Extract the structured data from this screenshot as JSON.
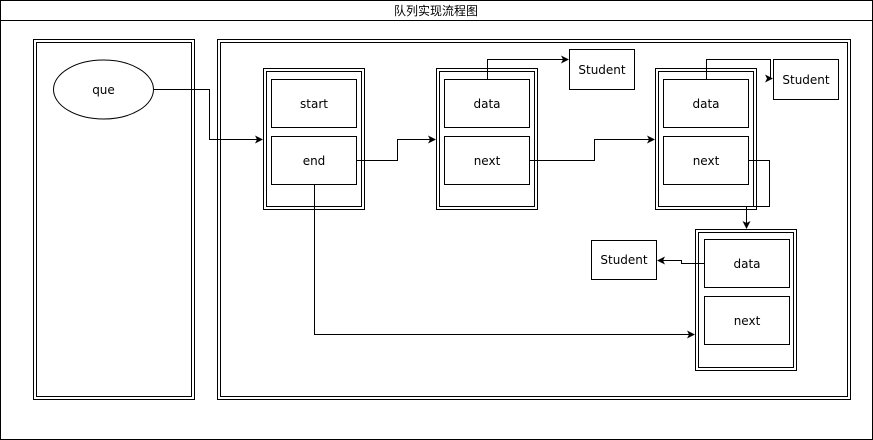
{
  "diagram": {
    "title": "队列实现流程图",
    "left_panel": {
      "que_label": "que"
    },
    "queue_header": {
      "start_label": "start",
      "end_label": "end"
    },
    "nodes": [
      {
        "data_label": "data",
        "next_label": "next",
        "student_label": "Student"
      },
      {
        "data_label": "data",
        "next_label": "next",
        "student_label": "Student"
      },
      {
        "data_label": "data",
        "next_label": "next",
        "student_label": "Student"
      }
    ]
  }
}
